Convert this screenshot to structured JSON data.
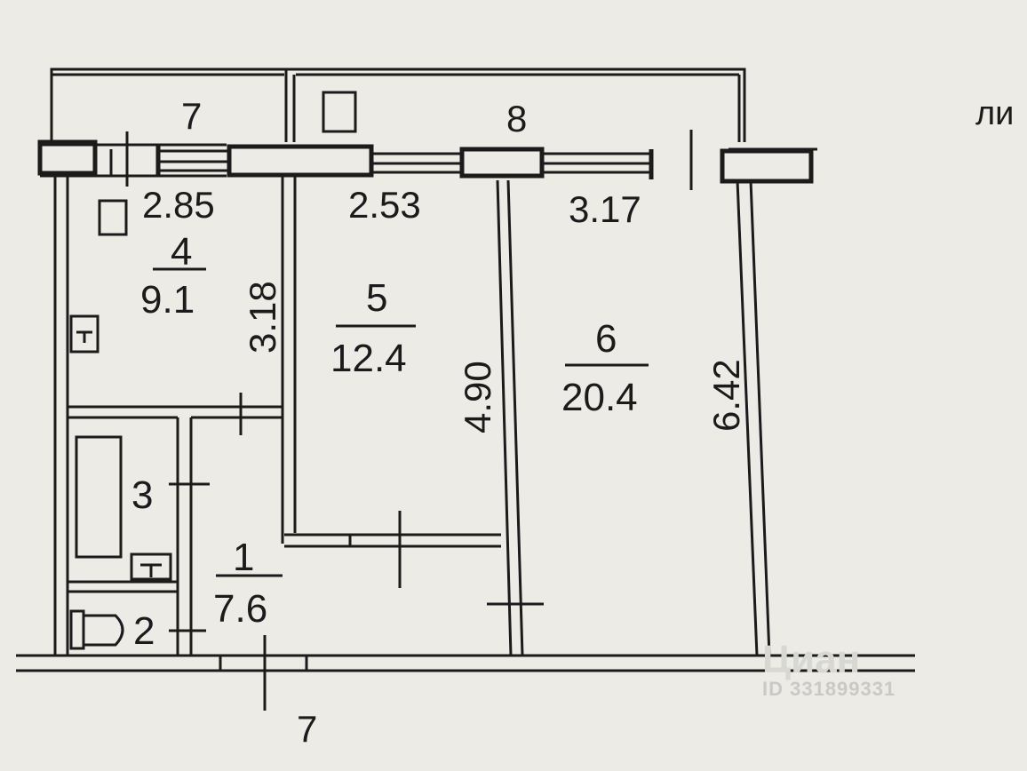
{
  "rooms": [
    {
      "number": "1",
      "area": "7.6"
    },
    {
      "number": "2"
    },
    {
      "number": "3"
    },
    {
      "number": "4",
      "area": "9.1"
    },
    {
      "number": "5",
      "area": "12.4"
    },
    {
      "number": "6",
      "area": "20.4"
    }
  ],
  "dimensions": {
    "room4_width": "2.85",
    "room5_width": "2.53",
    "room6_width": "3.17",
    "room4_length": "3.18",
    "room5_length": "4.90",
    "room6_length": "6.42"
  },
  "balconies": [
    {
      "number": "7"
    },
    {
      "number": "8"
    }
  ],
  "entrance_label": "7",
  "edge_text": "ли",
  "watermark": {
    "brand": "Циан",
    "listing_id": "ID 331899331"
  },
  "colors": {
    "paper": "#ecebe6",
    "ink": "#1b1b1b",
    "watermark": "#c9c9c6"
  }
}
